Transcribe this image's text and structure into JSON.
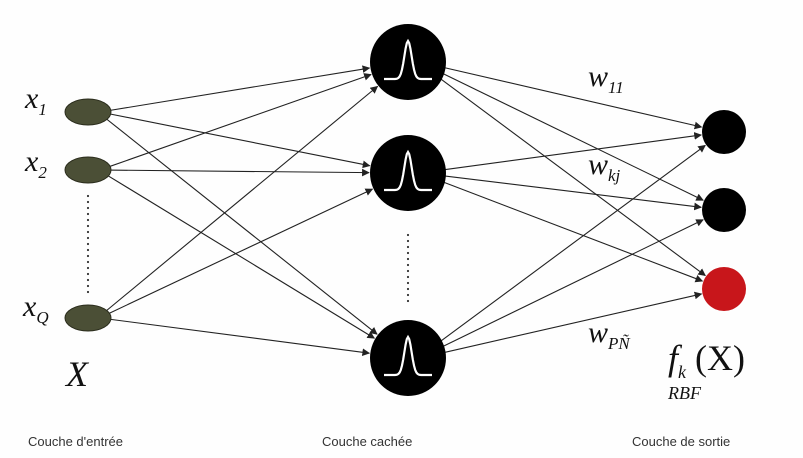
{
  "diagram": {
    "inputs": [
      {
        "base": "x",
        "sub": "1"
      },
      {
        "base": "x",
        "sub": "2"
      },
      {
        "base": "x",
        "sub": "Q"
      }
    ],
    "input_vector_label": "X",
    "weights": [
      {
        "base": "w",
        "sub": "11"
      },
      {
        "base": "w",
        "sub": "kj"
      },
      {
        "base": "w",
        "sub": "PÑ"
      }
    ],
    "output_function": {
      "base": "f",
      "sub": "k",
      "arg": "(X)",
      "under": "RBF"
    },
    "captions": {
      "input_layer": "Couche d'entrée",
      "hidden_layer": "Couche cachée",
      "output_layer": "Couche de sortie"
    },
    "colors": {
      "input_node": "#4b4f36",
      "hidden_node": "#000000",
      "gaussian_curve": "#ffffff",
      "output_node": "#000000",
      "output_node_highlight": "#c8161b",
      "connection": "#222222"
    }
  }
}
